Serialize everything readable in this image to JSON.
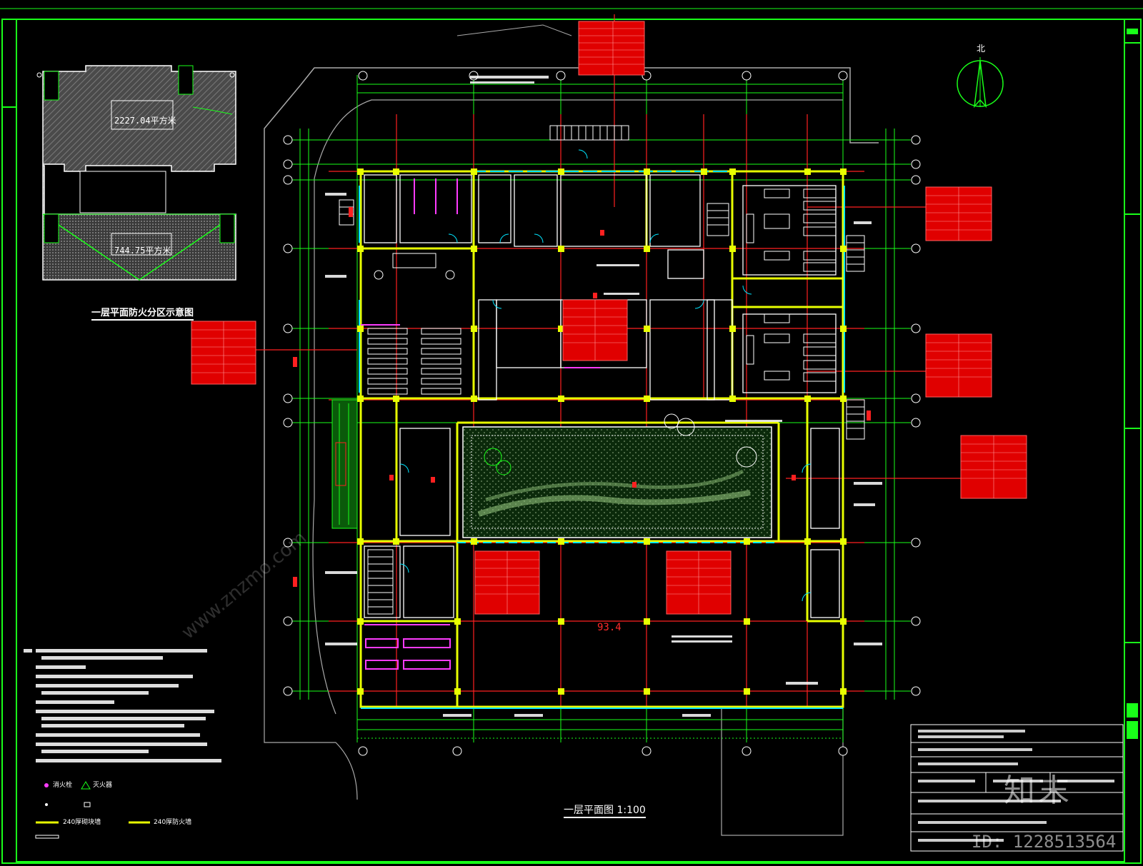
{
  "fire_zone_key": {
    "title": "一层平面防火分区示意图",
    "zone1_area": "2227.04平方米",
    "zone2_area": "744.75平方米"
  },
  "plan": {
    "title": "一层平面图 1:100",
    "elevation": "93.4",
    "compass_label": "北"
  },
  "watermark": {
    "logo": "知末",
    "id": "ID: 1228513564",
    "site": "www.znzmo.com"
  },
  "legend": {
    "items": [
      "消火栓",
      "灭火器",
      "240厚砌块墙",
      "240厚防火墙"
    ]
  },
  "colors": {
    "background": "#000000",
    "frame": "#19ff19",
    "wall": "#e8ff00",
    "axis": "#ff2020",
    "glass": "#00e5ff",
    "annotation": "#ffffff",
    "table_fill": "#e00000",
    "partition": "#ff3bff"
  }
}
